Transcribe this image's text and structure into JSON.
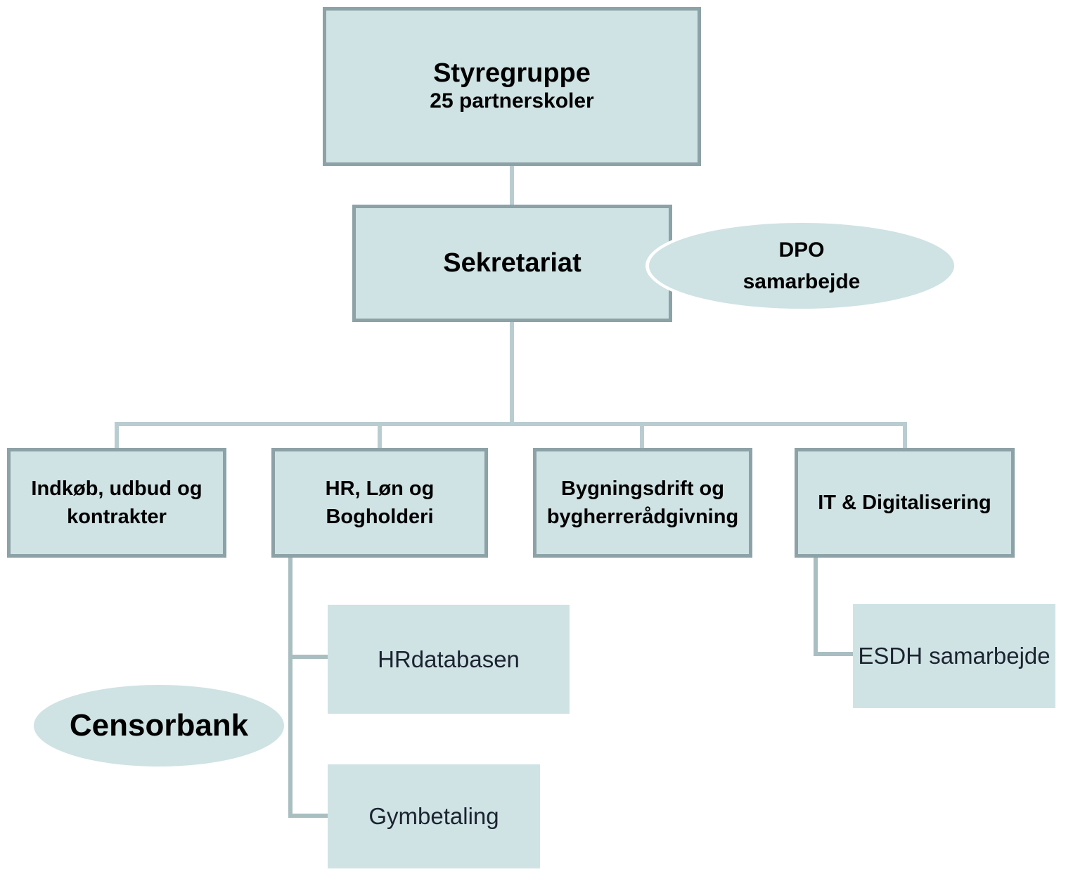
{
  "palette": {
    "node_fill": "#cfe2e4",
    "node_border": "#8da2a6",
    "connector_main": "#b9cdd0",
    "connector_sub": "#a9bec1",
    "ellipse_fill": "#cfe2e4",
    "ellipse_outline": "#ffffff",
    "text_bold": "#000000",
    "text_regular": "#1c2330",
    "background": "#ffffff"
  },
  "nodes": {
    "styregruppe": {
      "title": "Styregruppe",
      "subtitle": "25 partnerskoler"
    },
    "sekretariat": {
      "label": "Sekretariat"
    },
    "dpo": {
      "label": "DPO samarbejde"
    },
    "indkob": {
      "label": "Indkøb, udbud og kontrakter"
    },
    "hr": {
      "label": "HR, Løn og Bogholderi"
    },
    "bygning": {
      "label": "Bygningsdrift og bygherrerådgivning"
    },
    "it": {
      "label": "IT & Digitalisering"
    },
    "hrdatabasen": {
      "label": "HRdatabasen"
    },
    "gymbetaling": {
      "label": "Gymbetaling"
    },
    "censorbank": {
      "label": "Censorbank"
    },
    "esdh": {
      "label": "ESDH samarbejde"
    }
  },
  "edges": [
    {
      "from": "Styregruppe",
      "to": "Sekretariat"
    },
    {
      "from": "Sekretariat",
      "to": "Indkøb, udbud og kontrakter"
    },
    {
      "from": "Sekretariat",
      "to": "HR, Løn og Bogholderi"
    },
    {
      "from": "Sekretariat",
      "to": "Bygningsdrift og bygherrerådgivning"
    },
    {
      "from": "Sekretariat",
      "to": "IT & Digitalisering"
    },
    {
      "from": "HR, Løn og Bogholderi",
      "to": "HRdatabasen"
    },
    {
      "from": "HR, Løn og Bogholderi",
      "to": "Gymbetaling"
    },
    {
      "from": "IT & Digitalisering",
      "to": "ESDH samarbejde"
    }
  ]
}
